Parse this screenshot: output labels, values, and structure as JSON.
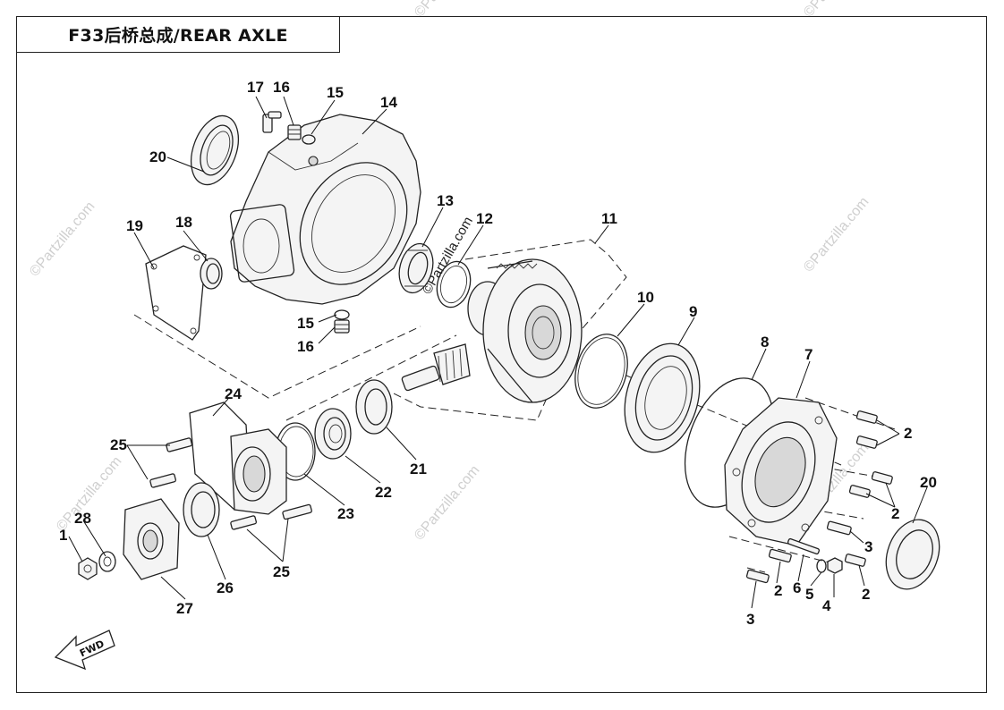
{
  "title": "F33后桥总成/REAR AXLE",
  "watermark": "©Partzilla.com",
  "direction_marker": "FWD",
  "callouts": {
    "c1": "1",
    "c2a": "2",
    "c2b": "2",
    "c2c": "2",
    "c2d": "2",
    "c3a": "3",
    "c3b": "3",
    "c4": "4",
    "c5": "5",
    "c6": "6",
    "c7": "7",
    "c8": "8",
    "c9": "9",
    "c10": "10",
    "c11": "11",
    "c12": "12",
    "c13": "13",
    "c14": "14",
    "c15a": "15",
    "c15b": "15",
    "c16a": "16",
    "c16b": "16",
    "c17": "17",
    "c18": "18",
    "c19": "19",
    "c20a": "20",
    "c20b": "20",
    "c21": "21",
    "c22": "22",
    "c23": "23",
    "c24": "24",
    "c25a": "25",
    "c25b": "25",
    "c26": "26",
    "c27": "27",
    "c28": "28"
  }
}
